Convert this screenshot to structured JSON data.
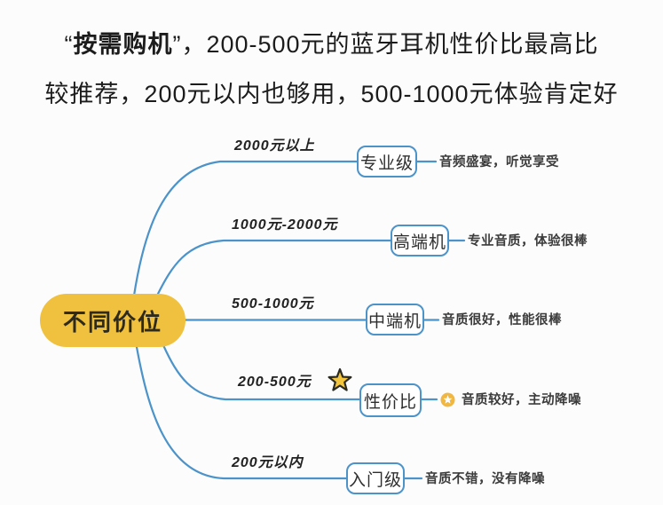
{
  "title": {
    "line1_prefix": "“",
    "line1_bold": "按需购机",
    "line1_rest": "”，200-500元的蓝牙耳机性价比最高比",
    "line2": "较推荐，200元以内也够用，500-1000元体验肯定好"
  },
  "mindmap": {
    "root": {
      "label": "不同价位"
    },
    "branches": [
      {
        "price": "2000元以上",
        "node": "专业级",
        "note": "音频盛宴，听觉享受",
        "starred": false
      },
      {
        "price": "1000元-2000元",
        "node": "高端机",
        "note": "专业音质，体验很棒",
        "starred": false
      },
      {
        "price": "500-1000元",
        "node": "中端机",
        "note": "音质很好，性能很棒",
        "starred": false
      },
      {
        "price": "200-500元",
        "node": "性价比",
        "note": "音质较好，主动降噪",
        "starred": true
      },
      {
        "price": "200元以内",
        "node": "入门级",
        "note": "音质不错，没有降噪",
        "starred": false
      }
    ]
  },
  "colors": {
    "branch_line_blue": "#4B93C9",
    "root_node_yellow": "#F0C13E",
    "star_yellow": "#F3C53F",
    "badge_orange": "#F0B843",
    "title_text": "#1C1C1C"
  }
}
